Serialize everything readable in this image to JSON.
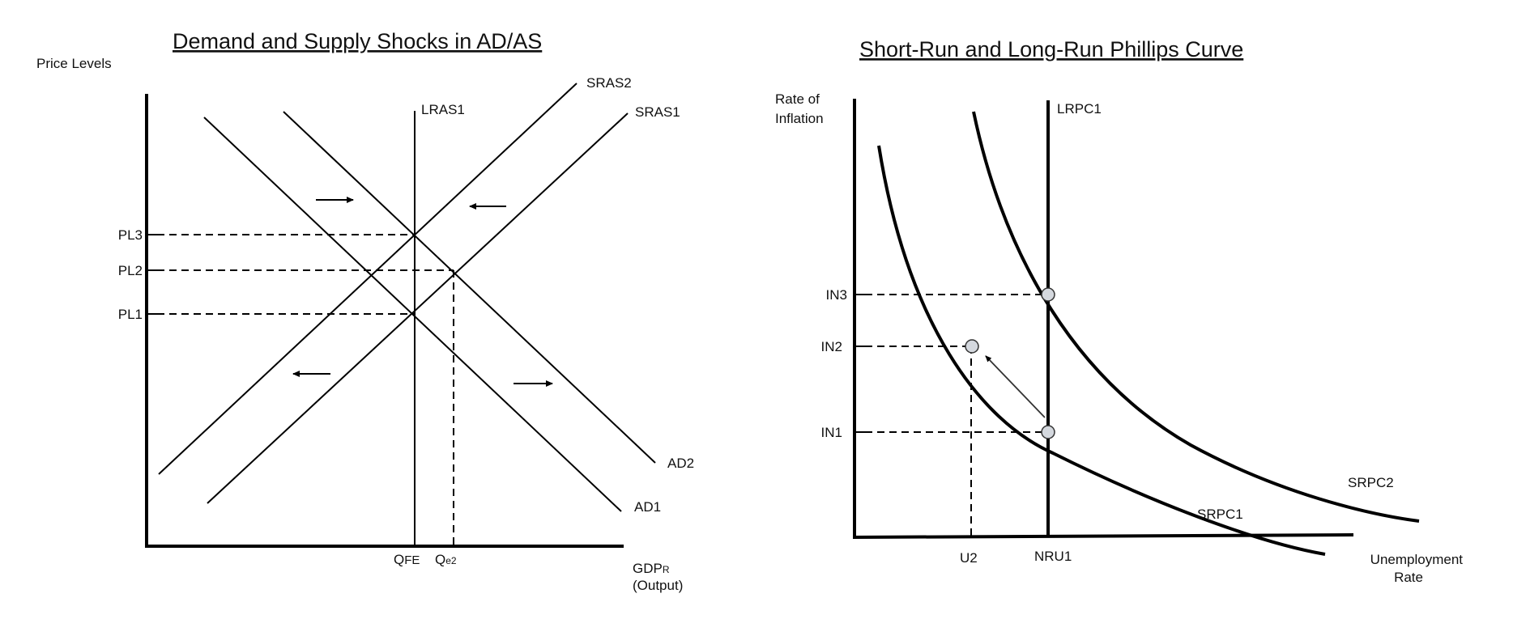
{
  "left_diagram": {
    "title": "Demand and Supply Shocks in AD/AS",
    "y_axis_label": "Price Levels",
    "x_axis_label_line1": "GDP",
    "x_axis_label_sub": "R",
    "x_axis_label_line2": "(Output)",
    "curves": {
      "lras": "LRAS1",
      "sras2": "SRAS2",
      "sras1": "SRAS1",
      "ad2": "AD2",
      "ad1": "AD1"
    },
    "price_levels": [
      "PL3",
      "PL2",
      "PL1"
    ],
    "q_fe_main": "Q",
    "q_fe_sub": "FE",
    "q_e2_main": "Q",
    "q_e2_sub": "e2"
  },
  "right_diagram": {
    "title": "Short-Run and Long-Run Phillips Curve",
    "y_axis_label_line1": "Rate of",
    "y_axis_label_line2": "Inflation",
    "x_axis_label_line1": "Unemployment",
    "x_axis_label_line2": "Rate",
    "curves": {
      "lrpc": "LRPC1",
      "srpc1": "SRPC1",
      "srpc2": "SRPC2"
    },
    "inflation_levels": [
      "IN3",
      "IN2",
      "IN1"
    ],
    "u2": "U2",
    "nru1": "NRU1"
  },
  "colors": {
    "ink": "#000000",
    "point_fill": "#d4d8de"
  }
}
